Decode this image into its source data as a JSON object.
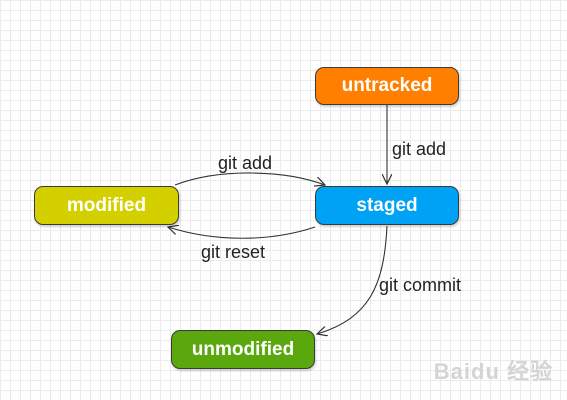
{
  "diagram": {
    "nodes": {
      "untracked": {
        "label": "untracked",
        "color": "#ff7f00"
      },
      "staged": {
        "label": "staged",
        "color": "#00a2f5"
      },
      "modified": {
        "label": "modified",
        "color": "#d4d000"
      },
      "unmodified": {
        "label": "unmodified",
        "color": "#5aa80d"
      }
    },
    "edges": [
      {
        "from": "untracked",
        "to": "staged",
        "label": "git add"
      },
      {
        "from": "modified",
        "to": "staged",
        "label": "git add"
      },
      {
        "from": "staged",
        "to": "modified",
        "label": "git reset"
      },
      {
        "from": "staged",
        "to": "unmodified",
        "label": "git commit"
      }
    ]
  },
  "watermark": "Baidu 经验"
}
